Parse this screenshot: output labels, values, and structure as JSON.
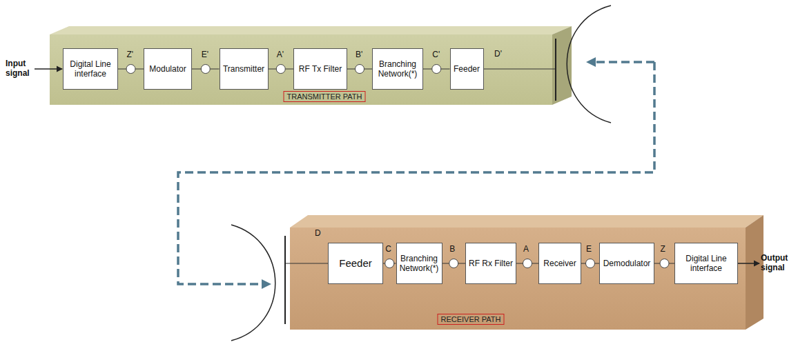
{
  "diagram": {
    "nodes": [
      {
        "text": [
          "TRANSMITTER PATH"
        ]
      },
      {
        "text": [
          "Digital Line interface"
        ],
        "in": 0
      },
      {
        "text": [
          "Modulator"
        ],
        "in": 0
      },
      {
        "text": [
          "Transmitter"
        ],
        "in": 0
      },
      {
        "text": [
          "RF Tx Filter"
        ],
        "in": 0
      },
      {
        "text": [
          "Branching Network(*)"
        ],
        "in": 0
      },
      {
        "text": [
          "Feeder"
        ],
        "in": 0
      },
      {
        "text": [
          "RECEIVER PATH"
        ]
      },
      {
        "text": [
          "Feeder"
        ],
        "in": 7
      },
      {
        "text": [
          "Branching Network(*)"
        ],
        "in": 7
      },
      {
        "text": [
          "RF Rx Filter"
        ],
        "in": 7
      },
      {
        "text": [
          "Receiver"
        ],
        "in": 7
      },
      {
        "text": [
          "Demodulator"
        ],
        "in": 7
      },
      {
        "text": [
          "Digital Line interface"
        ],
        "in": 7
      }
    ],
    "edges": [
      {
        "from": 1,
        "to": 2,
        "arrow": "none",
        "label": "Z'"
      },
      {
        "from": 2,
        "to": 3,
        "arrow": "none",
        "label": "E'"
      },
      {
        "from": 3,
        "to": 4,
        "arrow": "none",
        "label": "A'"
      },
      {
        "from": 4,
        "to": 5,
        "arrow": "none",
        "label": "B'"
      },
      {
        "from": 5,
        "to": 6,
        "arrow": "none",
        "label": "C'"
      },
      {
        "from": 8,
        "to": 9,
        "arrow": "none",
        "label": "C"
      },
      {
        "from": 9,
        "to": 10,
        "arrow": "none",
        "label": "B"
      },
      {
        "from": 10,
        "to": 11,
        "arrow": "none",
        "label": "A"
      },
      {
        "from": 11,
        "to": 12,
        "arrow": "none",
        "label": "E"
      },
      {
        "from": 12,
        "to": 13,
        "arrow": "none",
        "label": "Z"
      }
    ],
    "labels": [
      "Input signal",
      "D'",
      "D",
      "Output signal"
    ]
  }
}
